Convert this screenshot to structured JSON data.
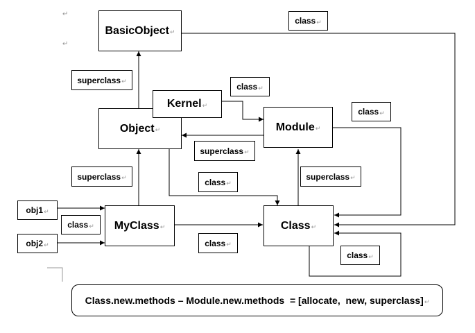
{
  "nodes": {
    "basic_object": "BasicObject",
    "object": "Object",
    "kernel": "Kernel",
    "module": "Module",
    "myclass": "MyClass",
    "class": "Class",
    "obj1": "obj1",
    "obj2": "obj2"
  },
  "labels": {
    "class_top_right": "class",
    "superclass_object_basic": "superclass",
    "class_kernel_module": "class",
    "class_module_right": "class",
    "superclass_module_object": "superclass",
    "superclass_myclass_object": "superclass",
    "class_object_class": "class",
    "superclass_class_module": "superclass",
    "class_obj_myclass": "class",
    "class_myclass_class": "class",
    "class_self_loop": "class"
  },
  "formula": "Class.new.methods – Module.new.methods  = [allocate,  new, superclass]",
  "paragraph_mark": "↵",
  "colors": {
    "line": "#000000",
    "mark": "#9a9a9a"
  }
}
